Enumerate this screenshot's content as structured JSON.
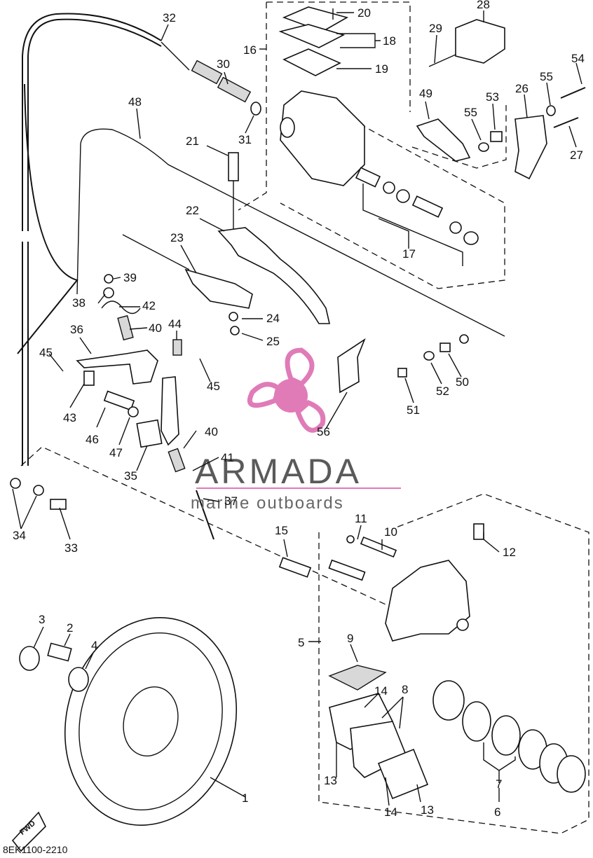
{
  "diagram": {
    "code": "8EK1100-2210",
    "fwd_label": "FWD",
    "watermark": {
      "brand": "ARMADA",
      "tagline": "marine outboards",
      "color": "#e07bb8"
    },
    "callouts": [
      {
        "id": "1",
        "text": "1"
      },
      {
        "id": "2",
        "text": "2"
      },
      {
        "id": "3",
        "text": "3"
      },
      {
        "id": "4",
        "text": "4"
      },
      {
        "id": "5",
        "text": "5"
      },
      {
        "id": "6",
        "text": "6"
      },
      {
        "id": "7",
        "text": "7"
      },
      {
        "id": "8",
        "text": "8"
      },
      {
        "id": "9",
        "text": "9"
      },
      {
        "id": "10",
        "text": "10"
      },
      {
        "id": "11",
        "text": "11"
      },
      {
        "id": "12",
        "text": "12"
      },
      {
        "id": "13a",
        "text": "13"
      },
      {
        "id": "13b",
        "text": "13"
      },
      {
        "id": "14a",
        "text": "14"
      },
      {
        "id": "14b",
        "text": "14"
      },
      {
        "id": "15",
        "text": "15"
      },
      {
        "id": "16",
        "text": "16"
      },
      {
        "id": "17",
        "text": "17"
      },
      {
        "id": "18",
        "text": "18"
      },
      {
        "id": "19",
        "text": "19"
      },
      {
        "id": "20",
        "text": "20"
      },
      {
        "id": "21",
        "text": "21"
      },
      {
        "id": "22",
        "text": "22"
      },
      {
        "id": "23",
        "text": "23"
      },
      {
        "id": "24",
        "text": "24"
      },
      {
        "id": "25",
        "text": "25"
      },
      {
        "id": "26",
        "text": "26"
      },
      {
        "id": "27",
        "text": "27"
      },
      {
        "id": "28",
        "text": "28"
      },
      {
        "id": "29",
        "text": "29"
      },
      {
        "id": "30",
        "text": "30"
      },
      {
        "id": "31",
        "text": "31"
      },
      {
        "id": "32",
        "text": "32"
      },
      {
        "id": "33",
        "text": "33"
      },
      {
        "id": "34",
        "text": "34"
      },
      {
        "id": "35",
        "text": "35"
      },
      {
        "id": "36",
        "text": "36"
      },
      {
        "id": "37",
        "text": "37"
      },
      {
        "id": "38",
        "text": "38"
      },
      {
        "id": "39",
        "text": "39"
      },
      {
        "id": "40a",
        "text": "40"
      },
      {
        "id": "40b",
        "text": "40"
      },
      {
        "id": "41",
        "text": "41"
      },
      {
        "id": "42",
        "text": "42"
      },
      {
        "id": "43",
        "text": "43"
      },
      {
        "id": "44",
        "text": "44"
      },
      {
        "id": "45a",
        "text": "45"
      },
      {
        "id": "45b",
        "text": "45"
      },
      {
        "id": "46",
        "text": "46"
      },
      {
        "id": "47",
        "text": "47"
      },
      {
        "id": "48",
        "text": "48"
      },
      {
        "id": "49",
        "text": "49"
      },
      {
        "id": "50",
        "text": "50"
      },
      {
        "id": "51",
        "text": "51"
      },
      {
        "id": "52",
        "text": "52"
      },
      {
        "id": "53",
        "text": "53"
      },
      {
        "id": "54",
        "text": "54"
      },
      {
        "id": "55a",
        "text": "55"
      },
      {
        "id": "55b",
        "text": "55"
      },
      {
        "id": "56",
        "text": "56"
      }
    ]
  }
}
